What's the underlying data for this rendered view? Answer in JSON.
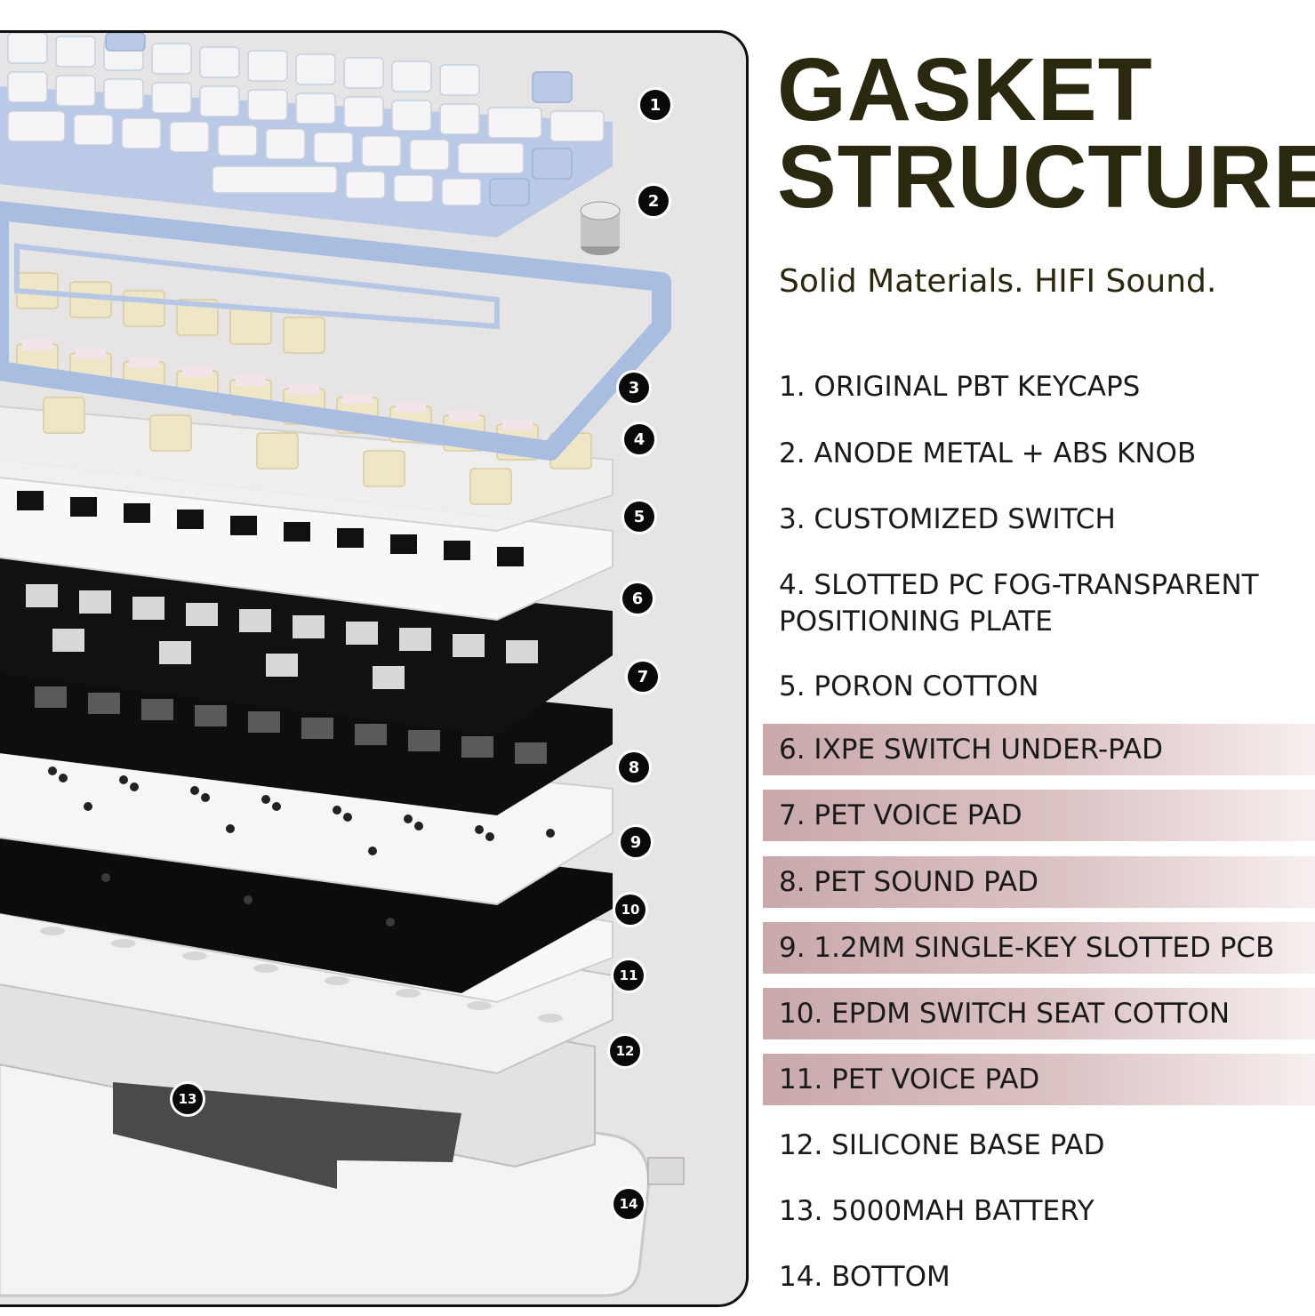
{
  "header": {
    "title_line1": "GASKET",
    "title_line2": "STRUCTURE",
    "subtitle": "Solid Materials. HIFI Sound."
  },
  "parts": [
    {
      "label": "1. ORIGINAL PBT KEYCAPS",
      "highlighted": false
    },
    {
      "label": "2. ANODE METAL + ABS KNOB",
      "highlighted": false
    },
    {
      "label": "3. CUSTOMIZED SWITCH",
      "highlighted": false
    },
    {
      "label": "4. SLOTTED PC FOG-TRANSPARENT",
      "label_line2": "POSITIONING PLATE",
      "highlighted": false
    },
    {
      "label": "5. PORON COTTON",
      "highlighted": false
    },
    {
      "label": "6. IXPE SWITCH UNDER-PAD",
      "highlighted": true
    },
    {
      "label": "7. PET VOICE PAD",
      "highlighted": true
    },
    {
      "label": "8. PET SOUND PAD",
      "highlighted": true
    },
    {
      "label": "9. 1.2MM SINGLE-KEY SLOTTED PCB",
      "highlighted": true
    },
    {
      "label": "10. EPDM SWITCH SEAT COTTON",
      "highlighted": true
    },
    {
      "label": "11. PET VOICE PAD",
      "highlighted": true
    },
    {
      "label": "12. SILICONE BASE PAD",
      "highlighted": false
    },
    {
      "label": "13. 5000MAH BATTERY",
      "highlighted": false
    },
    {
      "label": "14. BOTTOM",
      "highlighted": false
    }
  ],
  "markers": [
    "1",
    "2",
    "3",
    "4",
    "5",
    "6",
    "7",
    "8",
    "9",
    "10",
    "11",
    "12",
    "13",
    "14"
  ],
  "colors": {
    "title": "#2b2810",
    "highlight": "#c9a9ab",
    "panel_bg": "#e6e4e4",
    "keycap_blue": "#b9c9e6",
    "frame_blue": "#a9bde0",
    "switch_cream": "#efe6c8"
  }
}
